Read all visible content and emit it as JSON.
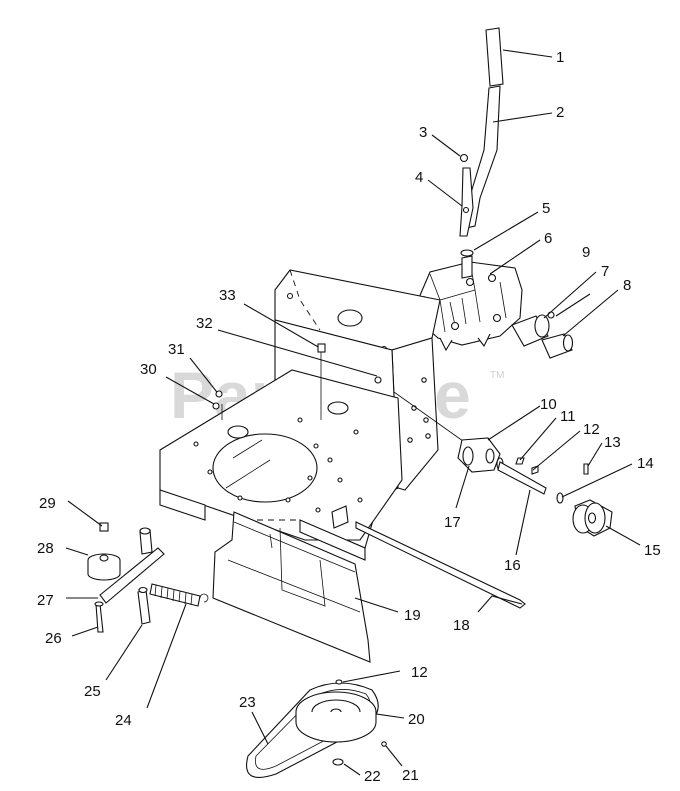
{
  "watermark": {
    "text": "PartsTree",
    "tm": "TM"
  },
  "callouts": [
    "1",
    "2",
    "3",
    "4",
    "5",
    "6",
    "7",
    "8",
    "9",
    "10",
    "11",
    "12",
    "13",
    "14",
    "15",
    "16",
    "17",
    "18",
    "19",
    "20",
    "21",
    "22",
    "23",
    "24",
    "25",
    "26",
    "27",
    "28",
    "29",
    "30",
    "31",
    "32",
    "33",
    "12"
  ]
}
